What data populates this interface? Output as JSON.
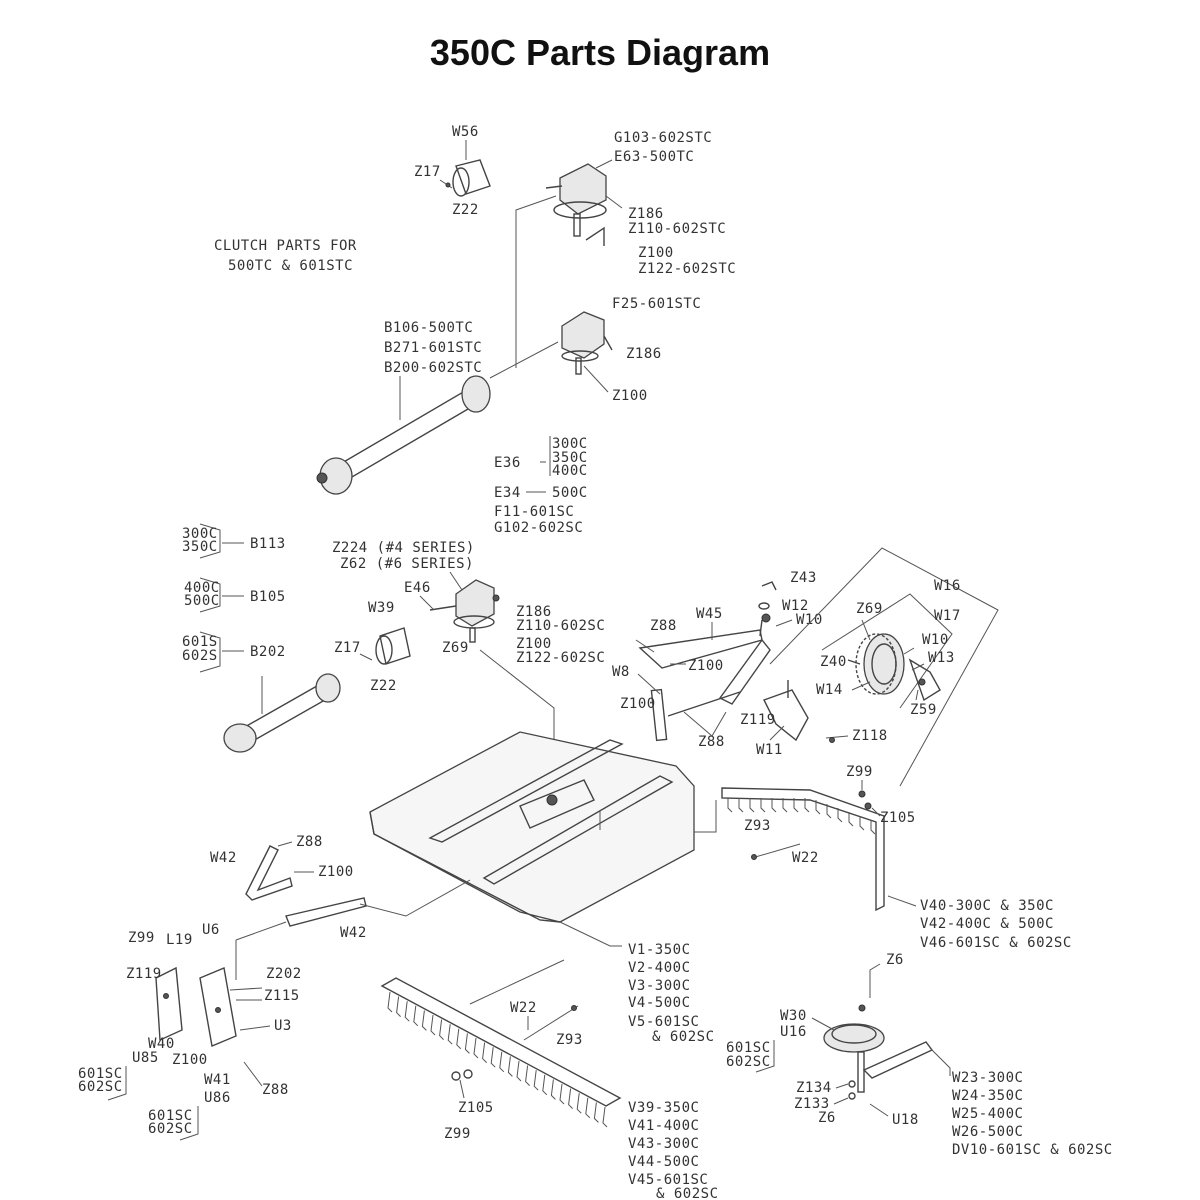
{
  "title": "350C Parts Diagram",
  "clutch_note": [
    "CLUTCH PARTS FOR",
    "500TC & 601STC"
  ],
  "labels": {
    "W56": "W56",
    "Z17a": "Z17",
    "Z22a": "Z22",
    "G103": "G103-602STC",
    "E63": "E63-500TC",
    "Z186a": "Z186",
    "Z110a": "Z110-602STC",
    "Z100a": "Z100",
    "Z122a": "Z122-602STC",
    "F25": "F25-601STC",
    "Z186b": "Z186",
    "Z100b": "Z100",
    "B106": "B106-500TC",
    "B271": "B271-601STC",
    "B200": "B200-602STC",
    "E36": "E36",
    "E36_300": "300C",
    "E36_350": "350C",
    "E36_400": "400C",
    "E34": "E34",
    "E34_500": "500C",
    "F11": "F11-601SC",
    "G102": "G102-602SC",
    "B113_a": "300C",
    "B113_b": "350C",
    "B113": "B113",
    "B105_a": "400C",
    "B105_b": "500C",
    "B105": "B105",
    "B202_a": "601S",
    "B202_b": "602S",
    "B202": "B202",
    "Z224": "Z224 (#4 SERIES)",
    "Z62": "Z62 (#6 SERIES)",
    "E46": "E46",
    "W39": "W39",
    "Z17b": "Z17",
    "Z22b": "Z22",
    "Z69a": "Z69",
    "Z186c": "Z186",
    "Z110c": "Z110-602SC",
    "Z100c": "Z100",
    "Z122c": "Z122-602SC",
    "Z43": "Z43",
    "W16": "W16",
    "W12": "W12",
    "W10a": "W10",
    "W45": "W45",
    "Z88a": "Z88",
    "Z69b": "Z69",
    "W17": "W17",
    "W10b": "W10",
    "Z40": "Z40",
    "W13": "W13",
    "W14": "W14",
    "Z59": "Z59",
    "Z100d": "Z100",
    "W8": "W8",
    "Z100e": "Z100",
    "Z119a": "Z119",
    "Z88b": "Z88",
    "W11": "W11",
    "Z118": "Z118",
    "Z99a": "Z99",
    "Z105a": "Z105",
    "Z93a": "Z93",
    "W22a": "W22",
    "V40": "V40-300C & 350C",
    "V42": "V42-400C & 500C",
    "V46": "V46-601SC & 602SC",
    "W42a": "W42",
    "Z88c": "Z88",
    "Z100f": "Z100",
    "W42b": "W42",
    "Z99b": "Z99",
    "L19": "L19",
    "U6": "U6",
    "Z119b": "Z119",
    "Z202": "Z202",
    "Z115": "Z115",
    "U3": "U3",
    "W40": "W40",
    "U85": "U85",
    "Z100g": "Z100",
    "U85_a": "601SC",
    "U85_b": "602SC",
    "W41": "W41",
    "Z88d": "Z88",
    "U86": "U86",
    "U86_a": "601SC",
    "U86_b": "602SC",
    "V1": "V1-350C",
    "V2": "V2-400C",
    "V3": "V3-300C",
    "V4": "V4-500C",
    "V5": "V5-601SC",
    "V5b": "& 602SC",
    "W22b": "W22",
    "Z93b": "Z93",
    "Z105b": "Z105",
    "Z99c": "Z99",
    "V39": "V39-350C",
    "V41": "V41-400C",
    "V43": "V43-300C",
    "V44": "V44-500C",
    "V45": "V45-601SC",
    "V45b": "& 602SC",
    "Z6a": "Z6",
    "W30": "W30",
    "U16": "U16",
    "U16_a": "601SC",
    "U16_b": "602SC",
    "Z134": "Z134",
    "Z133": "Z133",
    "Z6b": "Z6",
    "U18": "U18",
    "W23": "W23-300C",
    "W24": "W24-350C",
    "W25": "W25-400C",
    "W26": "W26-500C",
    "DV10": "DV10-601SC & 602SC"
  }
}
